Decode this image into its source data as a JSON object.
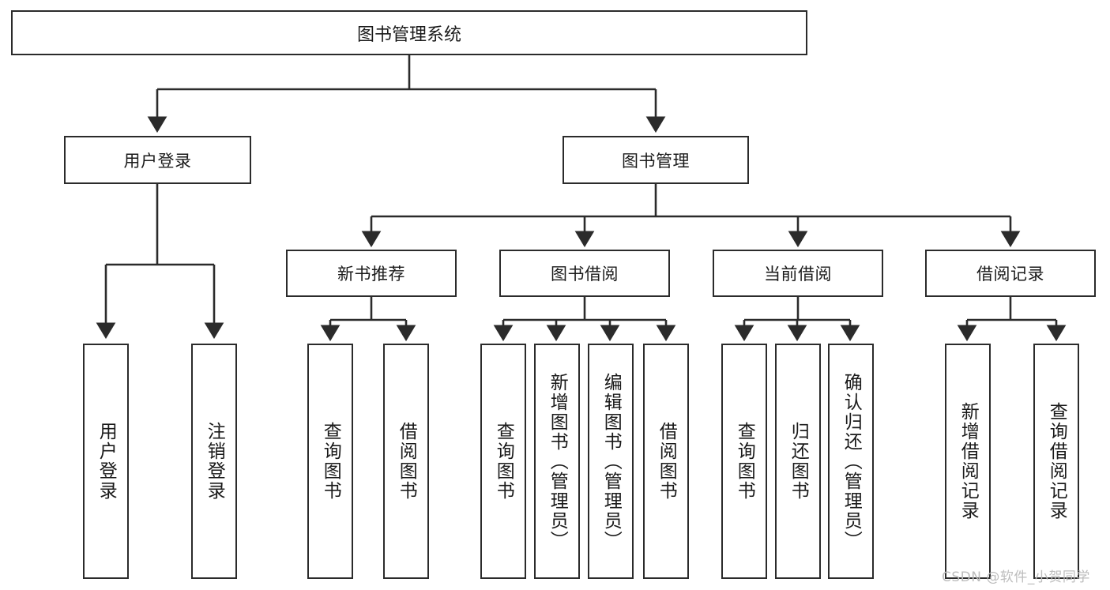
{
  "diagram": {
    "type": "hierarchy-tree",
    "title": "图书管理系统",
    "watermark": "CSDN @软件_小贺同学",
    "colors": {
      "stroke": "#2b2b2b",
      "fill": "#ffffff",
      "text": "#1a1a1a",
      "watermark": "#bdbdbd"
    },
    "levels": {
      "root": {
        "label": "图书管理系统"
      },
      "level2": [
        {
          "id": "user-login",
          "label": "用户登录"
        },
        {
          "id": "book-management",
          "label": "图书管理"
        }
      ],
      "level3": [
        {
          "id": "new-book-recommend",
          "label": "新书推荐",
          "parent": "book-management"
        },
        {
          "id": "book-borrow",
          "label": "图书借阅",
          "parent": "book-management"
        },
        {
          "id": "current-borrow",
          "label": "当前借阅",
          "parent": "book-management"
        },
        {
          "id": "borrow-record",
          "label": "借阅记录",
          "parent": "book-management"
        }
      ],
      "leaves": [
        {
          "id": "leaf-user-login",
          "label": "用户登录",
          "parent": "user-login"
        },
        {
          "id": "leaf-logout-login",
          "label": "注销登录",
          "parent": "user-login"
        },
        {
          "id": "leaf-query-book-1",
          "label": "查询图书",
          "parent": "new-book-recommend"
        },
        {
          "id": "leaf-borrow-book-1",
          "label": "借阅图书",
          "parent": "new-book-recommend"
        },
        {
          "id": "leaf-query-book-2",
          "label": "查询图书",
          "parent": "book-borrow"
        },
        {
          "id": "leaf-add-book",
          "label": "新增图书（管理员）",
          "parent": "book-borrow"
        },
        {
          "id": "leaf-edit-book",
          "label": "编辑图书（管理员）",
          "parent": "book-borrow"
        },
        {
          "id": "leaf-borrow-book-2",
          "label": "借阅图书",
          "parent": "book-borrow"
        },
        {
          "id": "leaf-query-book-3",
          "label": "查询图书",
          "parent": "current-borrow"
        },
        {
          "id": "leaf-return-book",
          "label": "归还图书",
          "parent": "current-borrow"
        },
        {
          "id": "leaf-confirm-return",
          "label": "确认归还（管理员）",
          "parent": "current-borrow"
        },
        {
          "id": "leaf-add-record",
          "label": "新增借阅记录",
          "parent": "borrow-record"
        },
        {
          "id": "leaf-query-record",
          "label": "查询借阅记录",
          "parent": "borrow-record"
        }
      ]
    }
  }
}
